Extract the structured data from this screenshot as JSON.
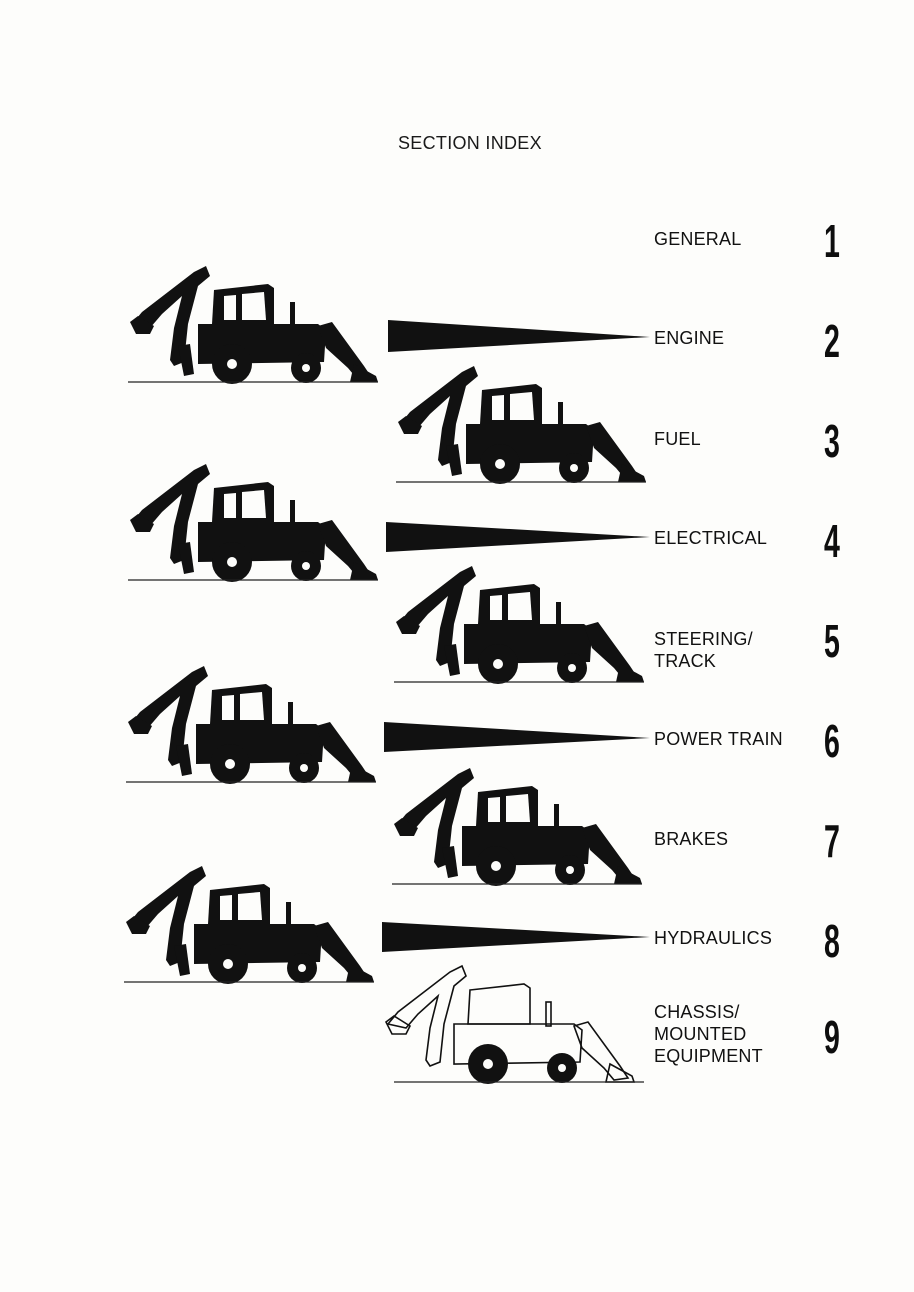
{
  "title": "SECTION INDEX",
  "sections": [
    {
      "label_lines": [
        "GENERAL"
      ],
      "number": "1"
    },
    {
      "label_lines": [
        "ENGINE"
      ],
      "number": "2"
    },
    {
      "label_lines": [
        "FUEL"
      ],
      "number": "3"
    },
    {
      "label_lines": [
        "ELECTRICAL"
      ],
      "number": "4"
    },
    {
      "label_lines": [
        "STEERING/",
        "TRACK"
      ],
      "number": "5"
    },
    {
      "label_lines": [
        "POWER TRAIN"
      ],
      "number": "6"
    },
    {
      "label_lines": [
        "BRAKES"
      ],
      "number": "7"
    },
    {
      "label_lines": [
        "HYDRAULICS"
      ],
      "number": "8"
    },
    {
      "label_lines": [
        "CHASSIS/",
        "MOUNTED",
        "EQUIPMENT"
      ],
      "number": "9"
    }
  ],
  "illustrations": [
    "backhoe-loader-icon",
    "backhoe-loader-icon",
    "backhoe-loader-icon",
    "backhoe-loader-icon",
    "backhoe-loader-icon",
    "backhoe-loader-icon",
    "backhoe-loader-icon",
    "backhoe-loader-outline-icon"
  ],
  "colors": {
    "ink": "#111111",
    "paper": "#fdfdfb"
  }
}
